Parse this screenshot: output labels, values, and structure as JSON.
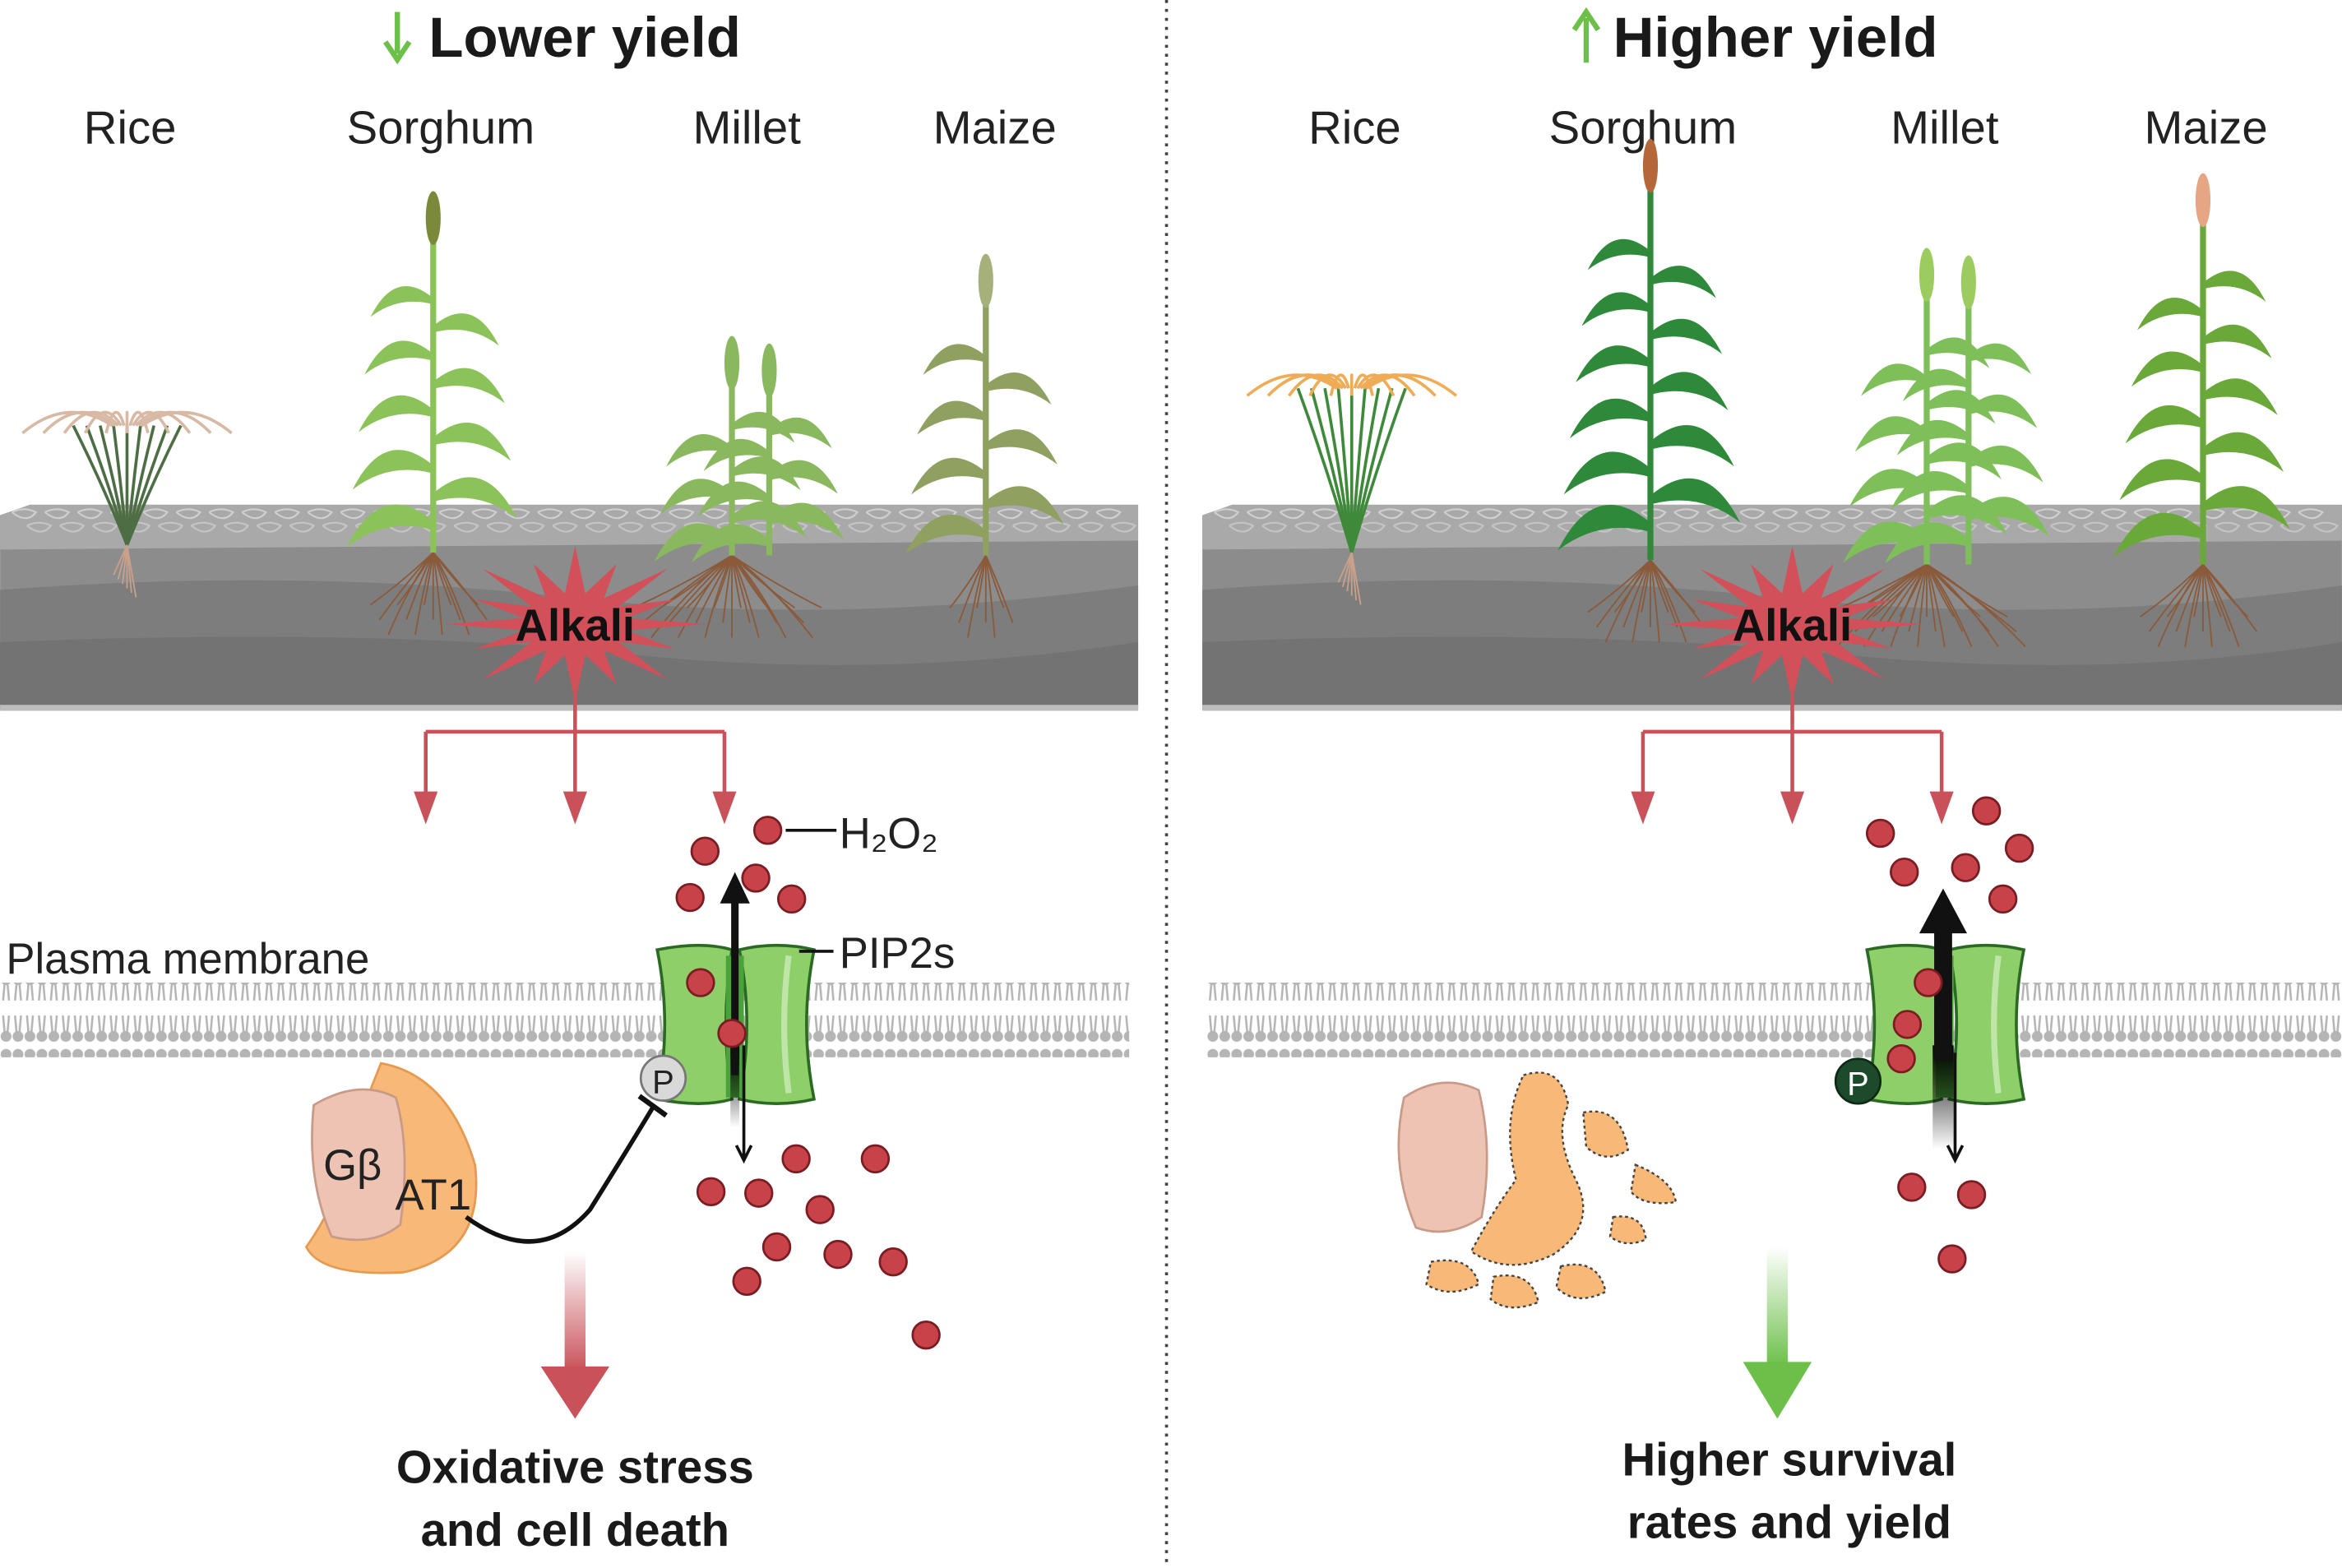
{
  "colors": {
    "alkali_red": "#d1505a",
    "arrow_red": "#c9525a",
    "arrow_green": "#6cc04a",
    "ros_red": "#c8424a",
    "channel_green": "#8fcf6a",
    "soil_gray": "#8a8a8a",
    "protein_orange": "#f8b878",
    "gbeta_pink": "#edc3b3",
    "phospho_dark": "#1d4a2a"
  },
  "left": {
    "title": "Lower yield",
    "title_icon": "arrow-down-icon",
    "crops": [
      "Rice",
      "Sorghum",
      "Millet",
      "Maize"
    ],
    "alkali": "Alkali",
    "h2o2": "H₂O₂",
    "pip2s": "PIP2s",
    "membrane": "Plasma membrane",
    "gbeta": "Gβ",
    "at1": "AT1",
    "phospho": "P",
    "outcome_line1": "Oxidative stress",
    "outcome_line2": "and cell death"
  },
  "right": {
    "title": "Higher yield",
    "title_icon": "arrow-up-icon",
    "crops": [
      "Rice",
      "Sorghum",
      "Millet",
      "Maize"
    ],
    "alkali": "Alkali",
    "phospho": "P",
    "outcome_line1": "Higher survival",
    "outcome_line2": "rates and yield"
  }
}
